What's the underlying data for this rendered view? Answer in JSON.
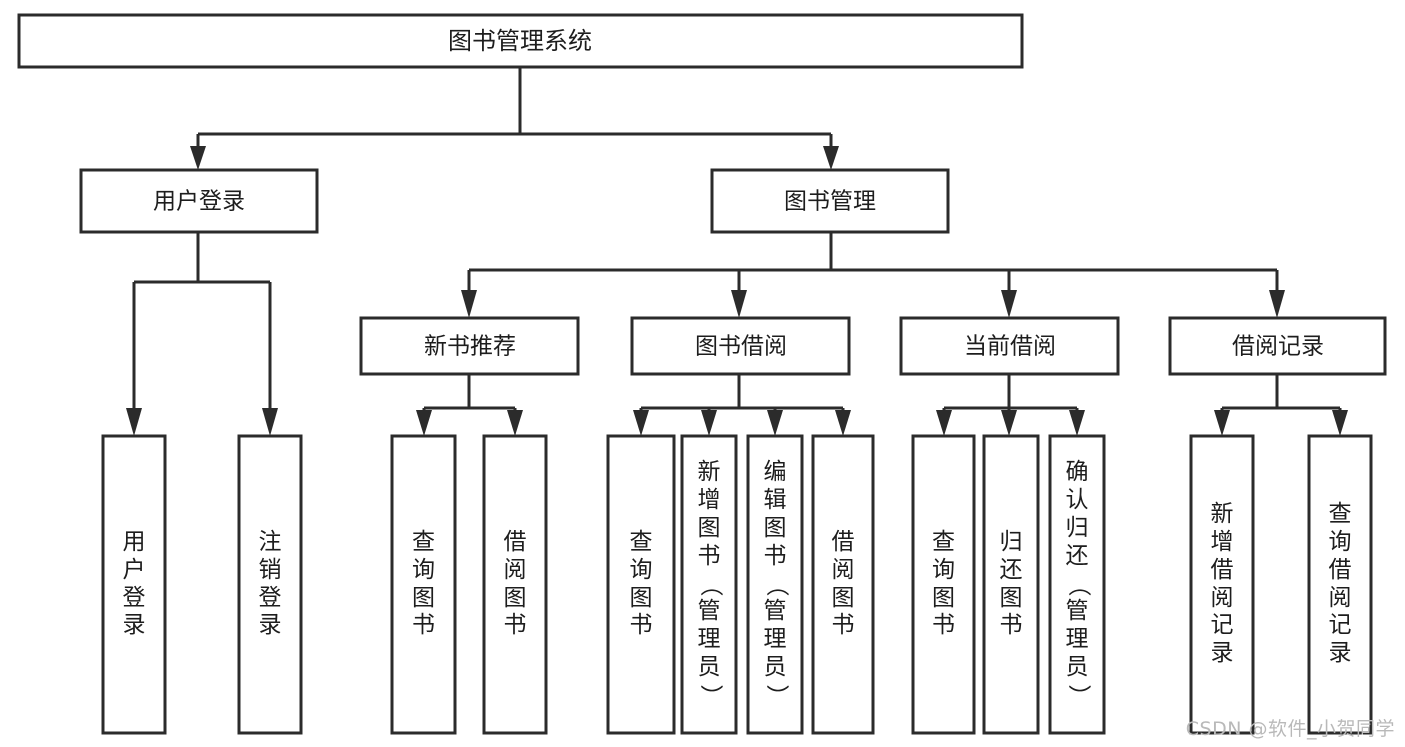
{
  "diagram": {
    "type": "tree-hierarchy-chart",
    "title": "图书管理系统",
    "watermark": "CSDN @软件_小贺同学",
    "colors": {
      "stroke": "#2b2b2b",
      "fill": "#ffffff",
      "text": "#1d1d1d",
      "watermark": "#b9b9b9",
      "background": "#ffffff"
    },
    "levels": {
      "level1": "系统",
      "level2": "模块",
      "level3": "子模块",
      "level4": "功能"
    },
    "nodes": {
      "root": {
        "label": "图书管理系统"
      },
      "level2": [
        {
          "id": "user-login",
          "label": "用户登录"
        },
        {
          "id": "book-manage",
          "label": "图书管理"
        }
      ],
      "level3": [
        {
          "id": "new-book-recommend",
          "label": "新书推荐"
        },
        {
          "id": "book-borrow",
          "label": "图书借阅"
        },
        {
          "id": "current-borrow",
          "label": "当前借阅"
        },
        {
          "id": "borrow-record",
          "label": "借阅记录"
        }
      ],
      "leaves": {
        "user-login": [
          {
            "id": "leaf-user-login",
            "label": "用户登录"
          },
          {
            "id": "leaf-logout",
            "label": "注销登录"
          }
        ],
        "new-book-recommend": [
          {
            "id": "leaf-query-book-1",
            "label": "查询图书"
          },
          {
            "id": "leaf-borrow-book-1",
            "label": "借阅图书"
          }
        ],
        "book-borrow": [
          {
            "id": "leaf-query-book-2",
            "label": "查询图书"
          },
          {
            "id": "leaf-add-book",
            "label": "新增图书（管理员）"
          },
          {
            "id": "leaf-edit-book",
            "label": "编辑图书（管理员）"
          },
          {
            "id": "leaf-borrow-book-2",
            "label": "借阅图书"
          }
        ],
        "current-borrow": [
          {
            "id": "leaf-query-book-3",
            "label": "查询图书"
          },
          {
            "id": "leaf-return-book",
            "label": "归还图书"
          },
          {
            "id": "leaf-confirm-return",
            "label": "确认归还（管理员）"
          }
        ],
        "borrow-record": [
          {
            "id": "leaf-add-record",
            "label": "新增借阅记录"
          },
          {
            "id": "leaf-query-record",
            "label": "查询借阅记录"
          }
        ]
      }
    }
  }
}
